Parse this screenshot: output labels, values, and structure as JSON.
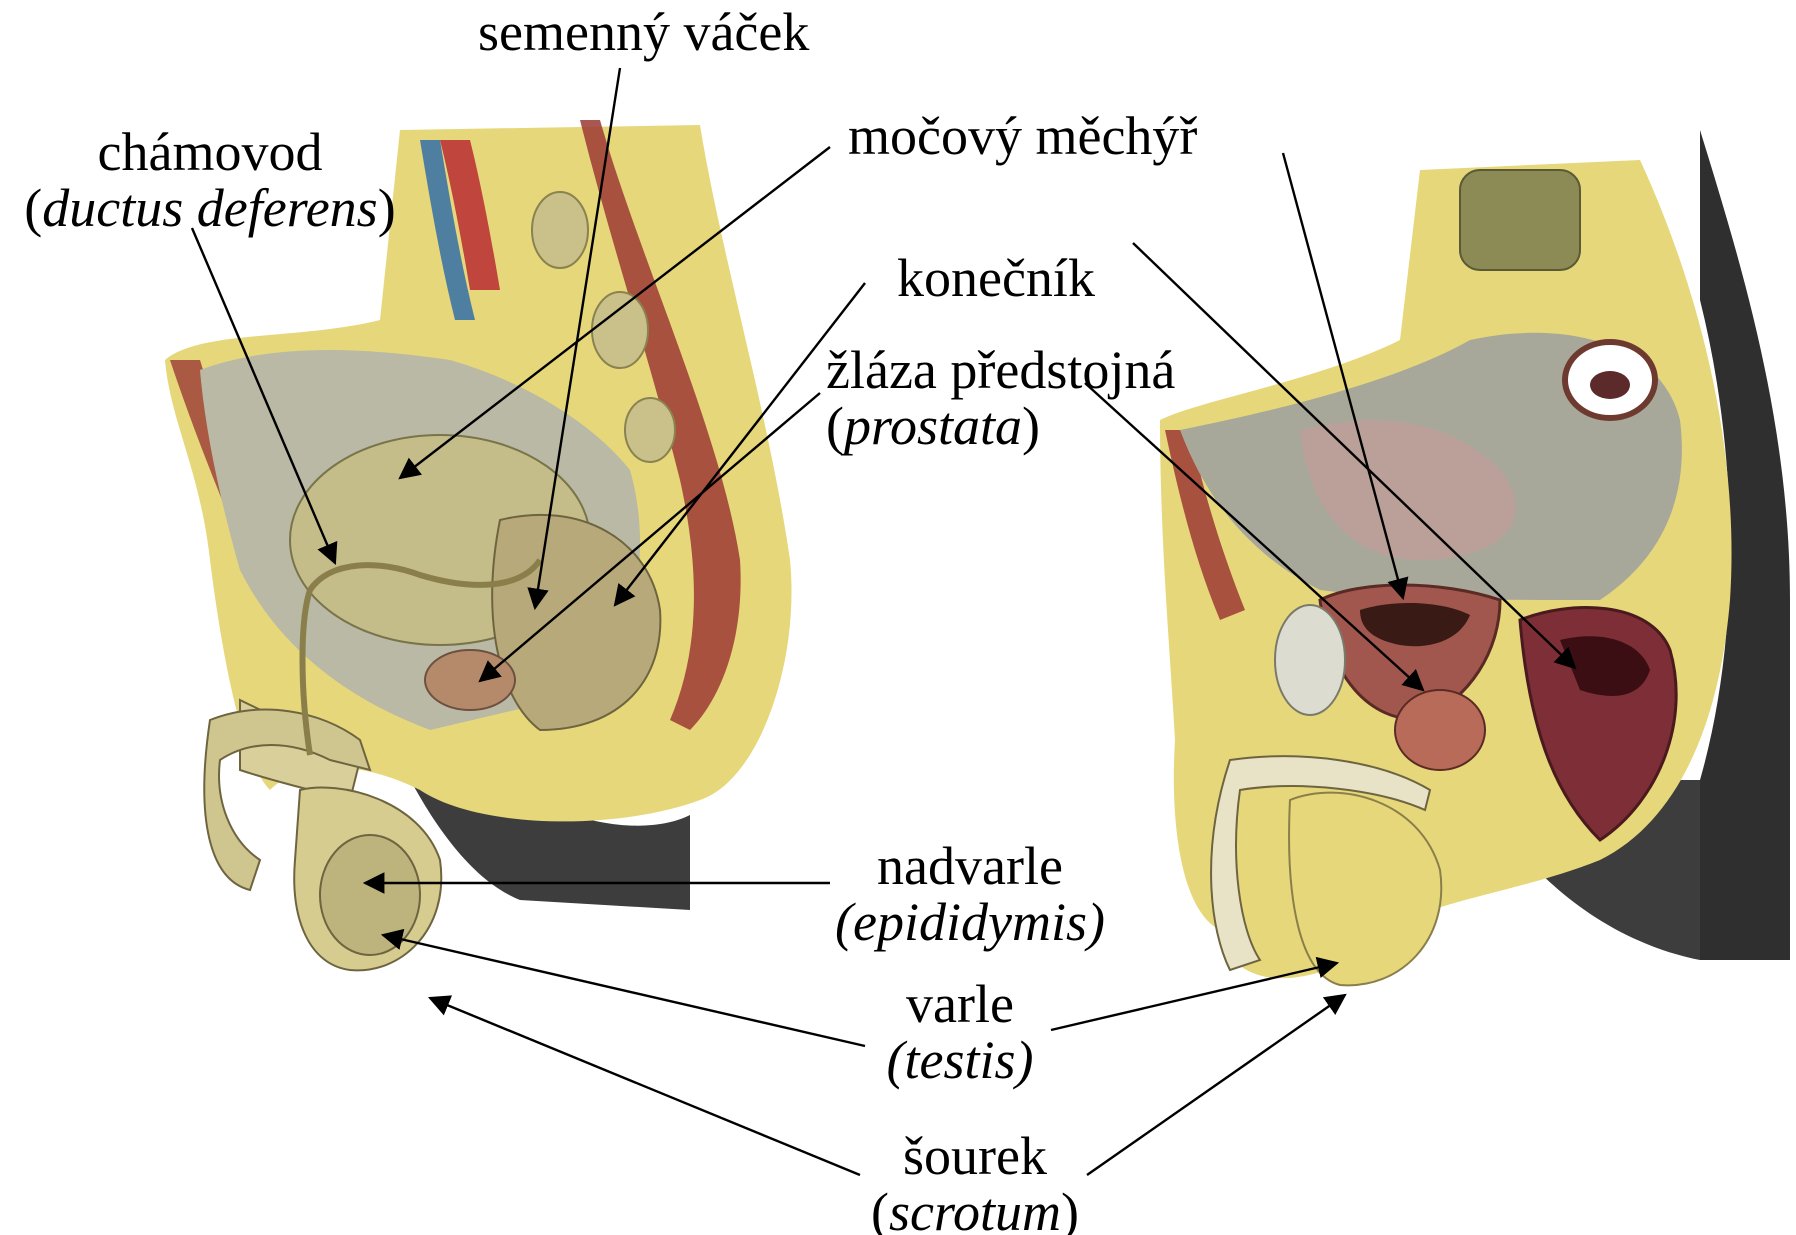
{
  "labels": {
    "semenny_vacek": "semenný váček",
    "chamovod": "chámovod",
    "chamovod_latin": "ductus deferens",
    "mocovy_mechyr": "močový měchýř",
    "konecnik": "konečník",
    "zlaza_predstojna": "žláza předstojná",
    "prostata_latin": "prostata",
    "nadvarle": "nadvarle",
    "nadvarle_latin": "(epididymis)",
    "varle": "varle",
    "varle_latin": "(testis)",
    "sourek": "šourek",
    "sourek_latin": "scrotum",
    "paren_open": "(",
    "paren_close": ")"
  },
  "colors": {
    "skin_gray": "#3d3d3d",
    "fat_yellow": "#e6d77a",
    "muscle_red": "#9b3a34",
    "organ_olive": "#b8b27c",
    "bone": "#c9c08a",
    "pink_tissue": "#c98a86",
    "line": "#000000"
  }
}
